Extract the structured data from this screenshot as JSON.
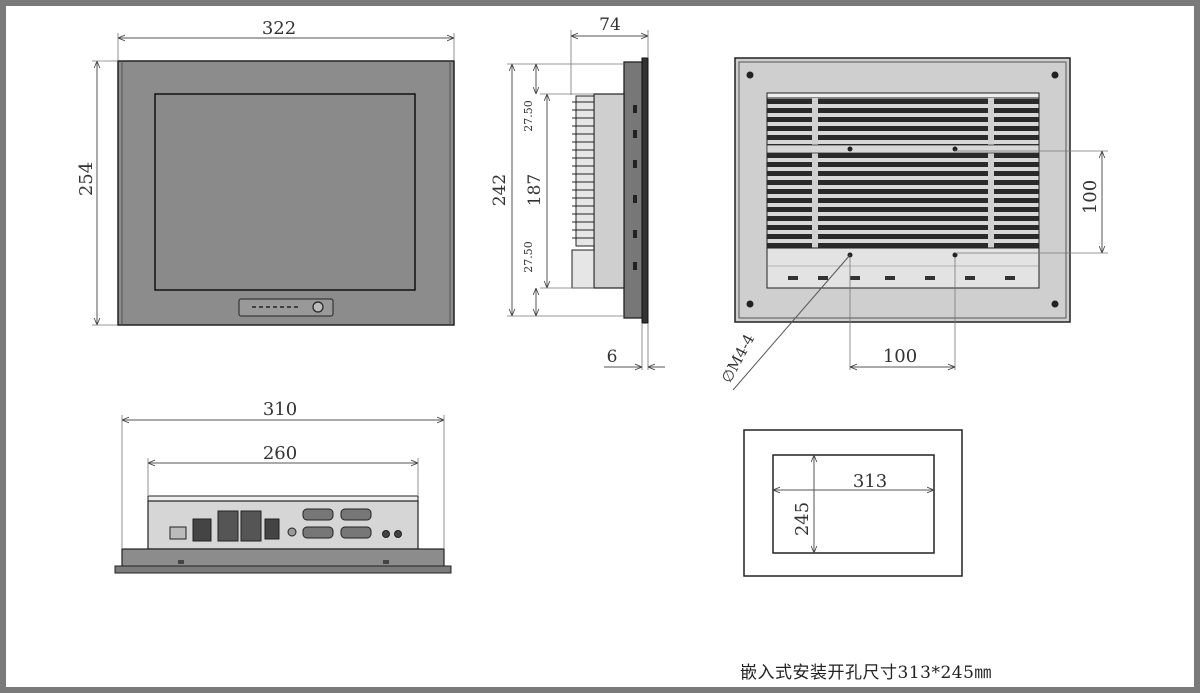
{
  "front_view": {
    "width_label": "322",
    "height_label": "254"
  },
  "side_view": {
    "depth_label": "74",
    "overall_height_label": "242",
    "inner_height_label": "187",
    "upper_offset_label": "27.50",
    "lower_offset_label": "27.50",
    "bezel_thickness_label": "6"
  },
  "rear_view": {
    "vesa_vertical_label": "100",
    "vesa_horizontal_label": "100",
    "screw_label": "∅M4-4"
  },
  "bottom_view": {
    "overall_width_label": "310",
    "inner_width_label": "260"
  },
  "cutout_view": {
    "width_label": "313",
    "height_label": "245"
  },
  "caption": "嵌入式安装开孔尺寸313*245㎜",
  "colors": {
    "frame": "#7a7a7a",
    "panel": "#8c8c8c",
    "screen": "#8a8a8a",
    "line": "#222222",
    "dimension": "#555555"
  }
}
